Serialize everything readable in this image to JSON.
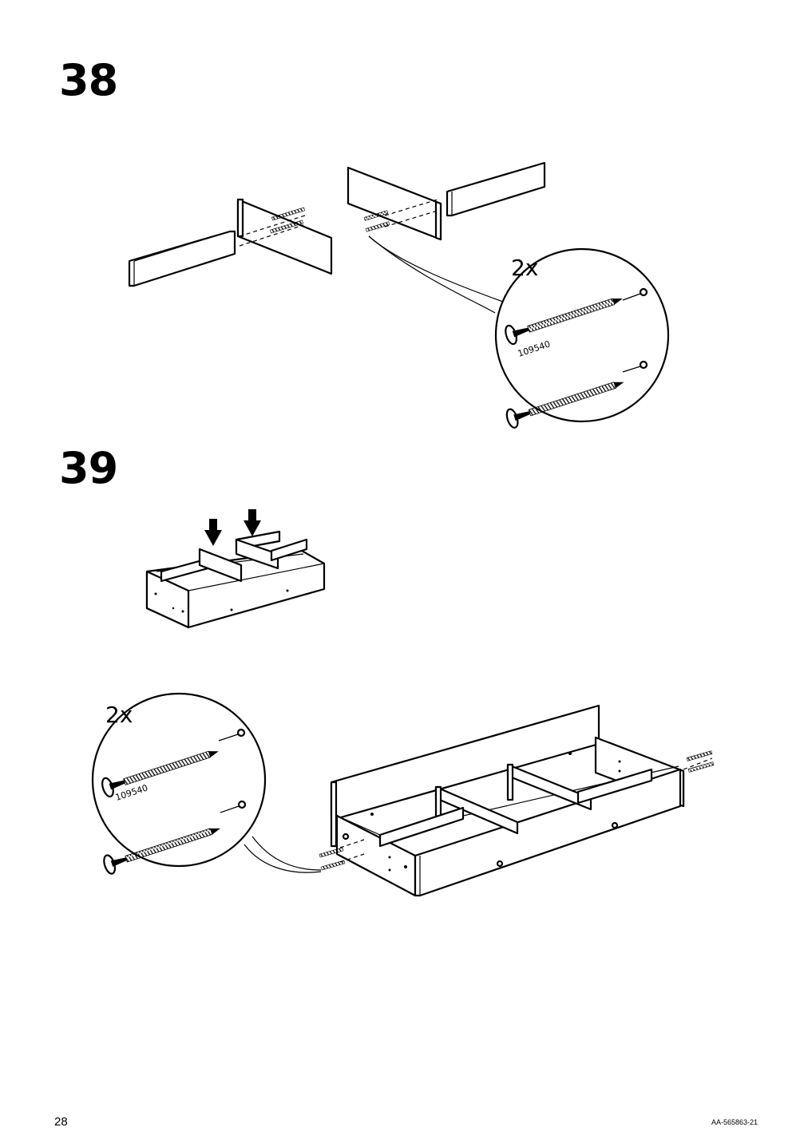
{
  "steps": [
    {
      "number": "38",
      "quantity": "2x",
      "part_number": "109540"
    },
    {
      "number": "39",
      "quantity": "2x",
      "part_number": "109540"
    }
  ],
  "footer": {
    "page_number": "28",
    "document_code": "AA-565863-21"
  }
}
